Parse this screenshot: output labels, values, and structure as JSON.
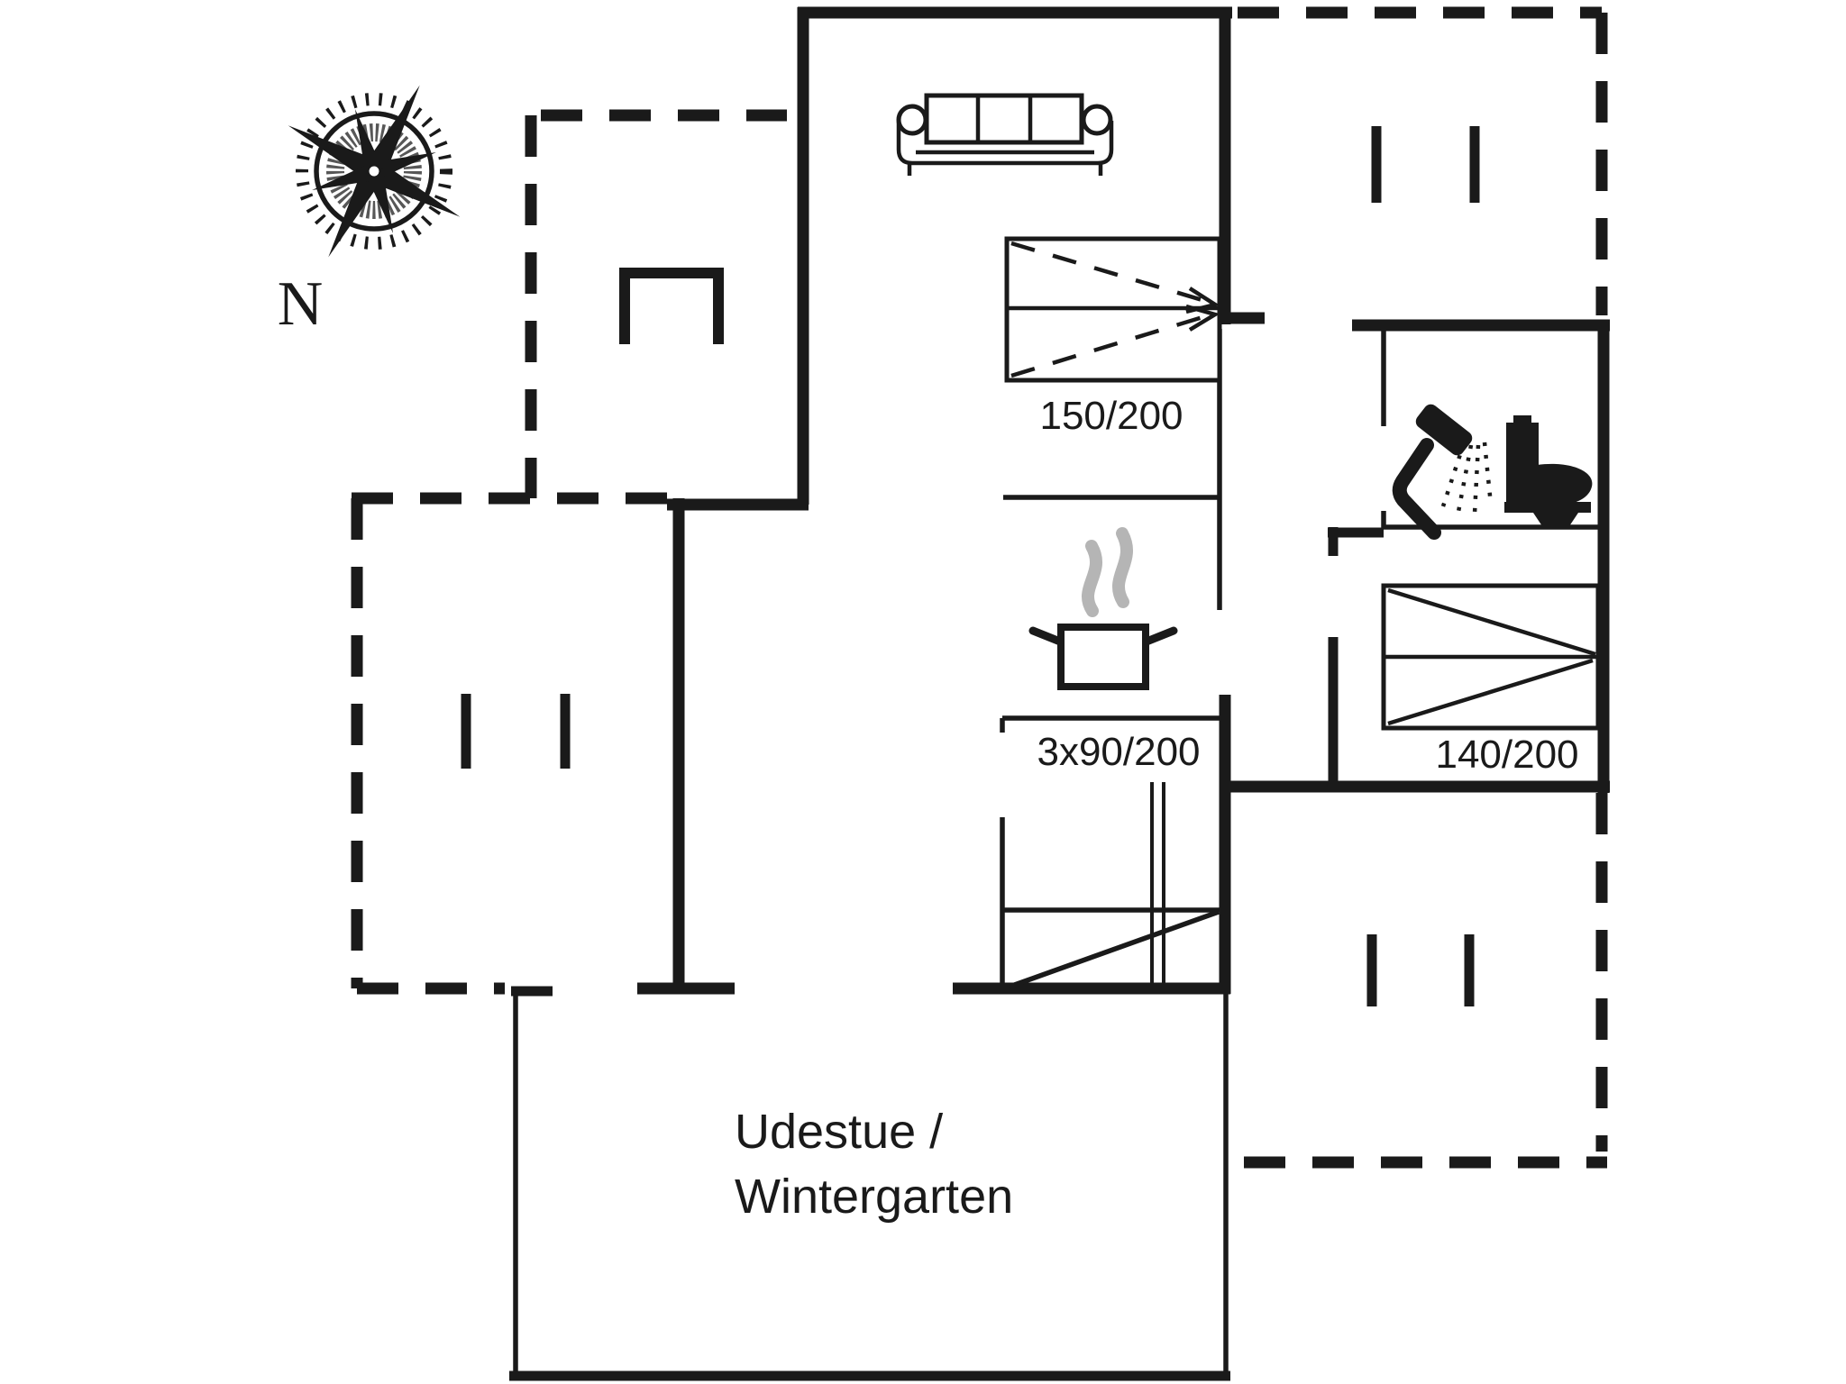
{
  "floorplan": {
    "compass": {
      "north_label": "N",
      "icon": "compass-rose-icon"
    },
    "labels": {
      "bed_double_large": "150/200",
      "bed_triple": "3x90/200",
      "bed_double_small": "140/200",
      "sunroom_line1": "Udestue /",
      "sunroom_line2": "Wintergarten"
    },
    "icons": [
      "compass-rose-icon",
      "sofa-icon",
      "double-bed-150-icon",
      "double-bed-140-icon",
      "cooking-pot-icon",
      "steam-icon",
      "shower-icon",
      "toilet-icon",
      "stairs-icon",
      "terrace-structure-symbol"
    ],
    "colors": {
      "wall": "#1a1a1a",
      "steam": "#b5b5b5",
      "background": "#ffffff"
    }
  }
}
